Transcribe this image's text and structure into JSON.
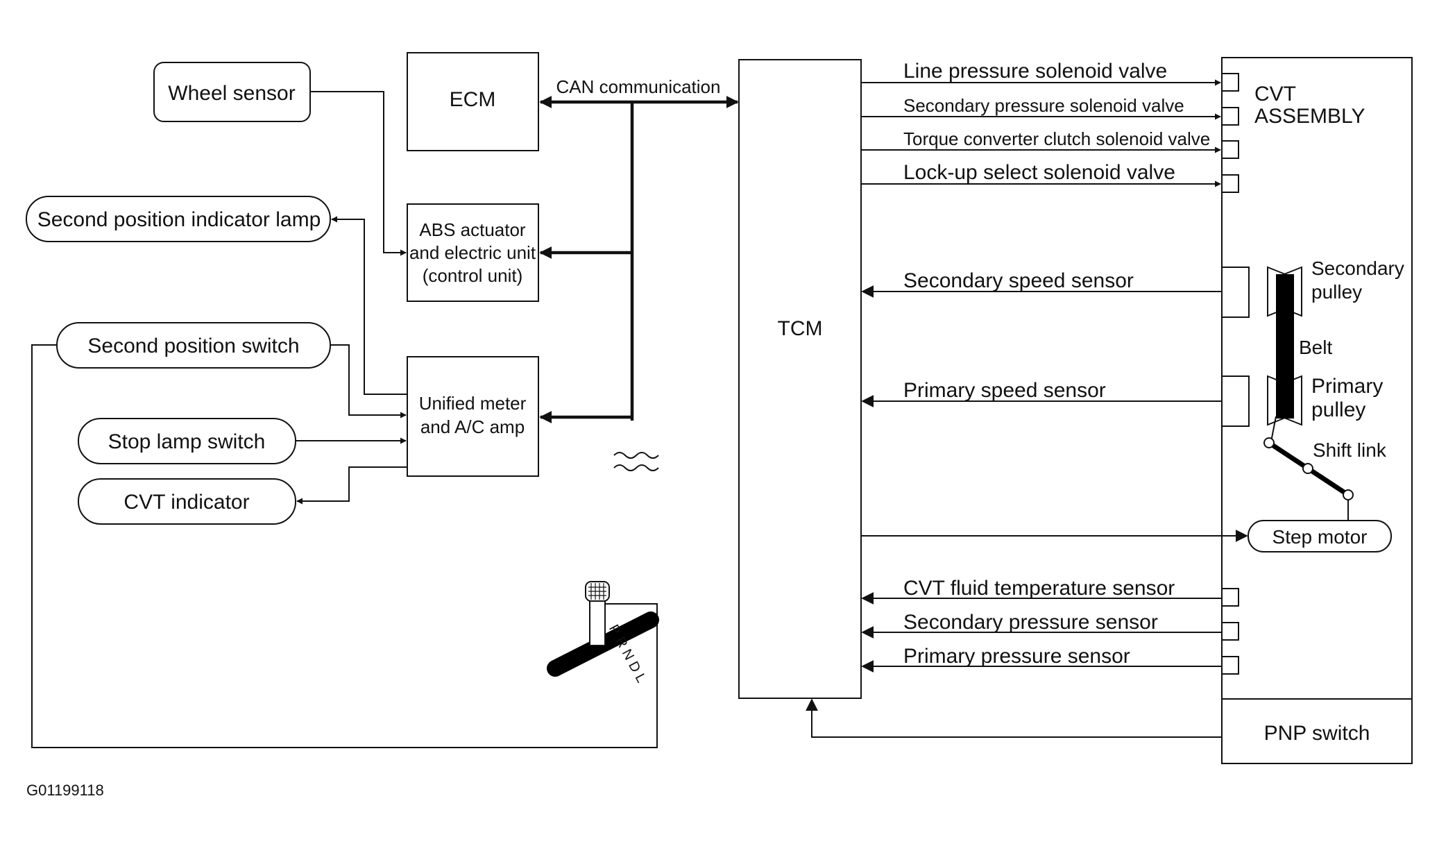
{
  "boxes": {
    "wheel_sensor": "Wheel sensor",
    "ecm": "ECM",
    "abs_unit": [
      "ABS actuator",
      "and electric unit",
      "(control unit)"
    ],
    "unified_meter": [
      "Unified meter",
      "and A/C amp"
    ],
    "tcm": "TCM",
    "cvt_assembly": [
      "CVT",
      "ASSEMBLY"
    ],
    "pnp_switch": "PNP switch",
    "step_motor": "Step motor"
  },
  "left_items": {
    "second_position_indicator_lamp": "Second position indicator lamp",
    "second_position_switch": "Second position switch",
    "stop_lamp_switch": "Stop lamp switch",
    "cvt_indicator": "CVT indicator"
  },
  "can_label": "CAN communication",
  "tcm_outputs": [
    "Line pressure solenoid valve",
    "Secondary pressure solenoid valve",
    "Torque converter clutch solenoid valve",
    "Lock-up select solenoid valve"
  ],
  "speed_sensors": {
    "secondary": "Secondary speed sensor",
    "primary": "Primary speed sensor"
  },
  "pulley_labels": {
    "secondary_pulley": [
      "Secondary",
      "pulley"
    ],
    "belt": "Belt",
    "primary_pulley": [
      "Primary",
      "pulley"
    ],
    "shift_link": "Shift link"
  },
  "tcm_inputs_bottom": [
    "CVT fluid temperature sensor",
    "Secondary pressure sensor",
    "Primary pressure sensor"
  ],
  "shift_positions": [
    "P",
    "R",
    "N",
    "D",
    "L"
  ],
  "figure_id": "G01199118"
}
